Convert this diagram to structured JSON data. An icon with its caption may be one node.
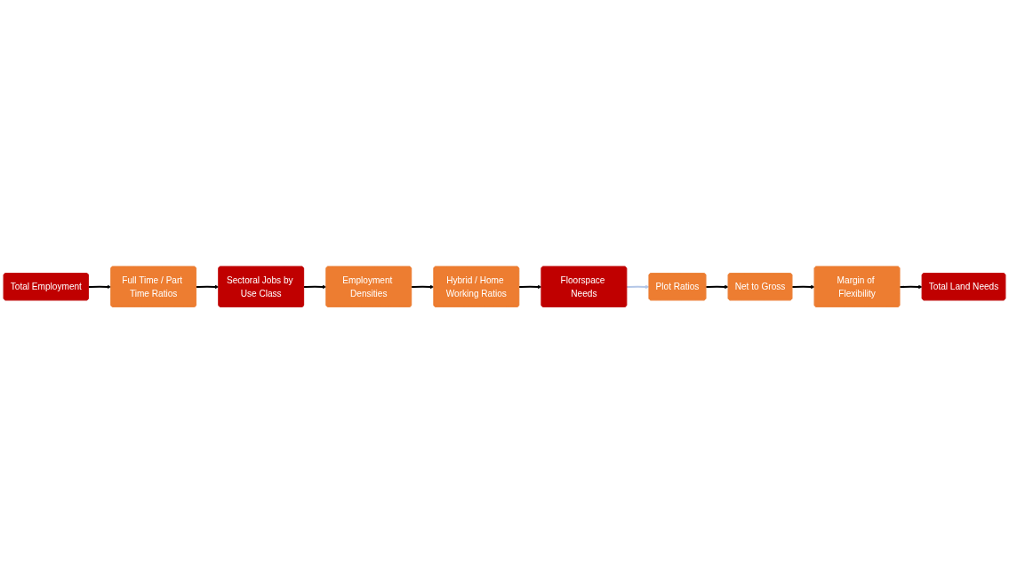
{
  "diagram": {
    "nodes": [
      {
        "text": [
          "Total Employment"
        ]
      },
      {
        "text": [
          "Full Time / Part Time Ratios"
        ]
      },
      {
        "text": [
          "Sectoral Jobs by Use Class"
        ]
      },
      {
        "text": [
          "Employment Densities"
        ]
      },
      {
        "text": [
          "Hybrid / Home Working Ratios"
        ]
      },
      {
        "text": [
          "Floorspace Needs"
        ]
      },
      {
        "text": [
          "Plot Ratios"
        ]
      },
      {
        "text": [
          "Net to Gross"
        ]
      },
      {
        "text": [
          "Margin of Flexibility"
        ]
      },
      {
        "text": [
          "Total Land Needs"
        ]
      }
    ],
    "edges": [
      {
        "from": 0,
        "to": 1,
        "arrow": "to"
      },
      {
        "from": 1,
        "to": 2,
        "arrow": "to"
      },
      {
        "from": 2,
        "to": 3,
        "arrow": "to"
      },
      {
        "from": 3,
        "to": 4,
        "arrow": "to"
      },
      {
        "from": 4,
        "to": 5,
        "arrow": "to"
      },
      {
        "from": 5,
        "to": 6,
        "arrow": "to",
        "color": "#b4c7e7"
      },
      {
        "from": 6,
        "to": 7,
        "arrow": "to"
      },
      {
        "from": 7,
        "to": 8,
        "arrow": "to"
      },
      {
        "from": 8,
        "to": 9,
        "arrow": "to"
      }
    ]
  }
}
